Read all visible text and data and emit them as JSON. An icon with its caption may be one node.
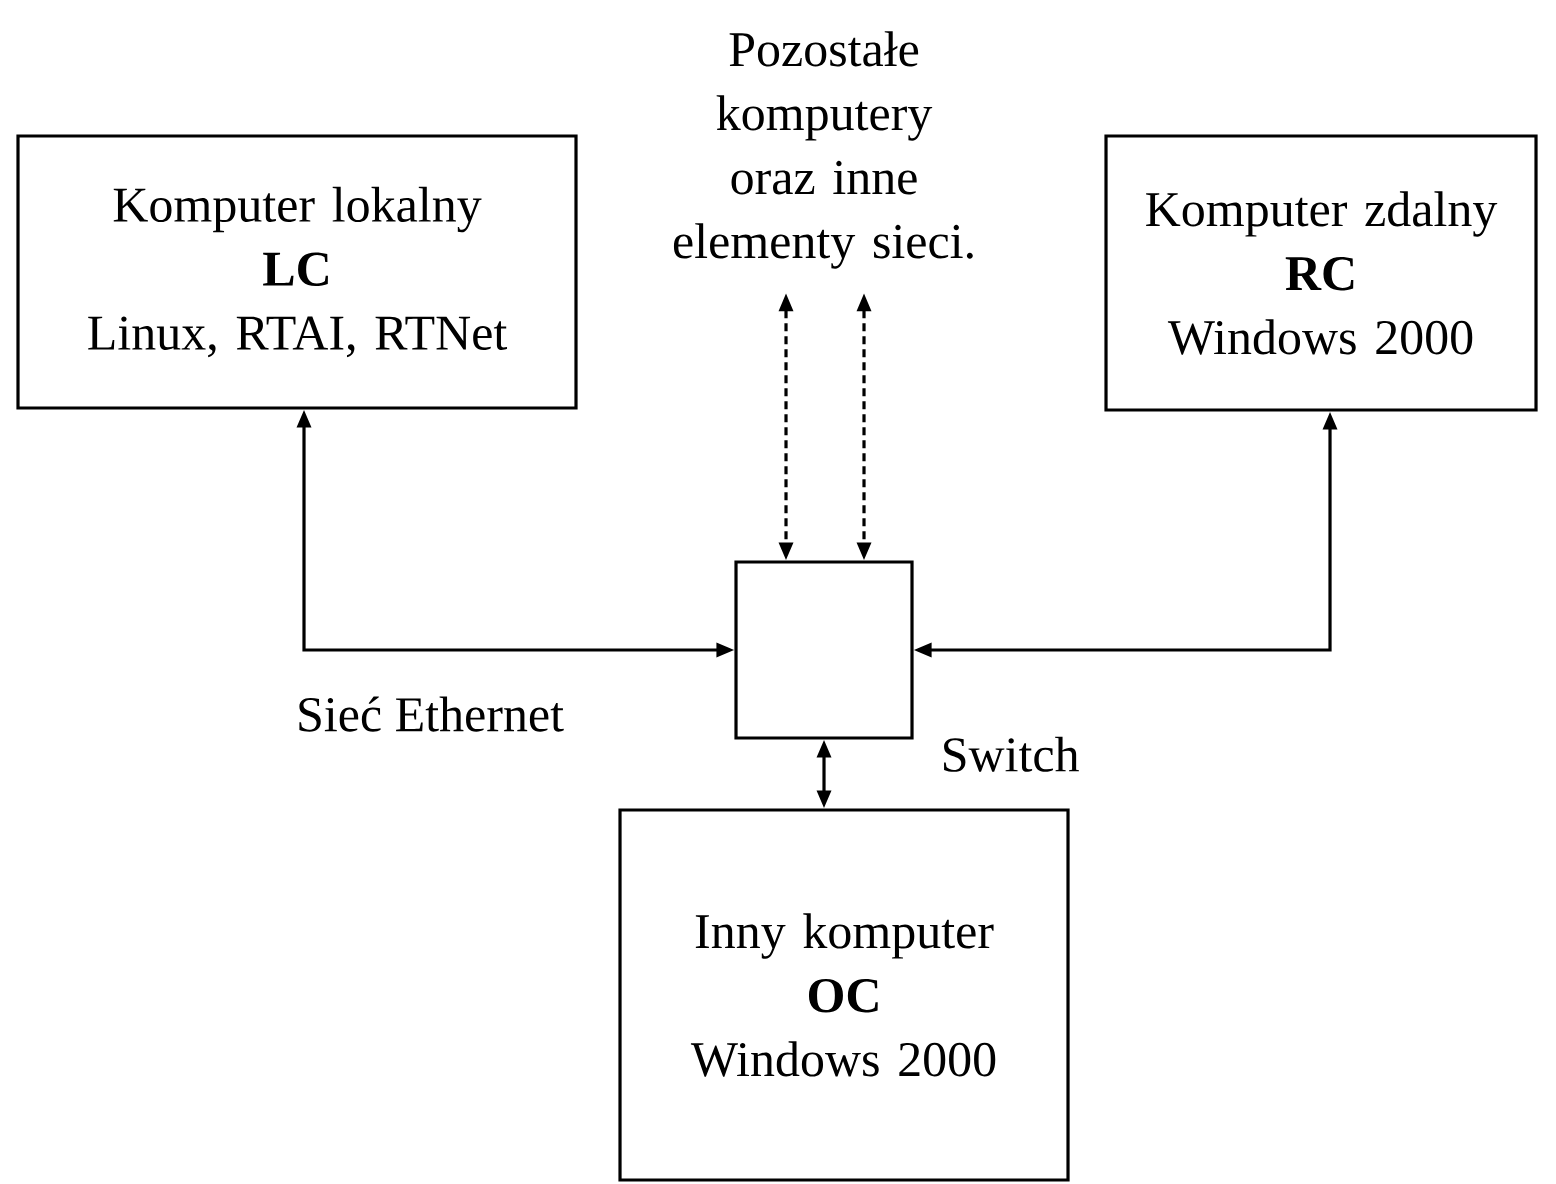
{
  "diagram": {
    "nodes": [
      {
        "text": [
          "Komputer lokalny",
          "LC",
          "Linux, RTAI, RTNet"
        ]
      },
      {
        "text": [
          "Pozostałe komputery oraz inne elementy sieci."
        ]
      },
      {
        "text": [
          "Komputer zdalny",
          "RC",
          "Windows 2000"
        ]
      },
      {
        "text": [],
        "shape": "box",
        "beside": [
          "Switch"
        ]
      },
      {
        "text": [
          "Inny komputer",
          "OC",
          "Windows 2000"
        ]
      }
    ],
    "edges": [
      {
        "from": 0,
        "to": 3,
        "arrow": "both"
      },
      {
        "from": 1,
        "to": 3,
        "arrow": "both",
        "style": "dashed"
      },
      {
        "from": 1,
        "to": 3,
        "arrow": "both",
        "style": "dashed"
      },
      {
        "from": 2,
        "to": 3,
        "arrow": "both"
      },
      {
        "from": 3,
        "to": 4,
        "arrow": "both"
      }
    ],
    "labels": [
      "Sieć Ethernet"
    ]
  }
}
